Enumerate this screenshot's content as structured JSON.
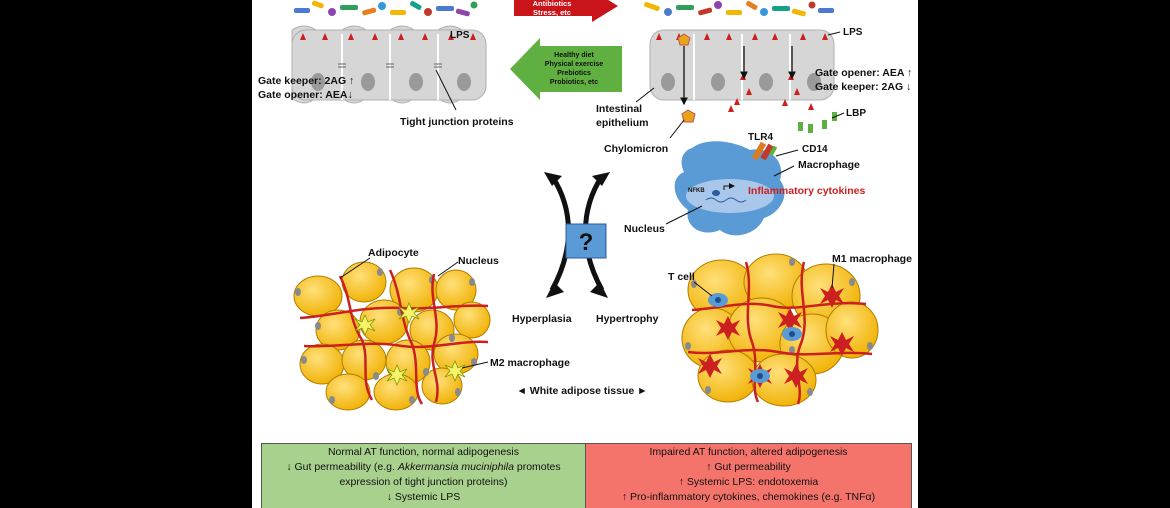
{
  "arrows": {
    "red_lines": [
      "Antibiotics",
      "Stress, etc"
    ],
    "green_lines": [
      "Healthy diet",
      "Physical exercise",
      "Prebiotics",
      "Probiotics, etc"
    ]
  },
  "left_gut": {
    "lps": "LPS",
    "gate_keeper": "Gate keeper: 2AG ↑",
    "gate_opener": "Gate opener: AEA↓",
    "tight_junction": "Tight junction proteins"
  },
  "right_gut": {
    "lps": "LPS",
    "gate_opener": "Gate opener: AEA ↑",
    "gate_keeper": "Gate keeper: 2AG ↓",
    "epithelium_line1": "Intestinal",
    "epithelium_line2": "epithelium",
    "lbp": "LBP",
    "chylomicron": "Chylomicron",
    "tlr4": "TLR4",
    "cd14": "CD14",
    "macrophage": "Macrophage",
    "nfkb": "NFKB",
    "cytokines": "Inflammatory cytokines",
    "nucleus": "Nucleus"
  },
  "center": {
    "question": "?",
    "hyperplasia": "Hyperplasia",
    "hypertrophy": "Hypertrophy"
  },
  "left_tissue": {
    "adipocyte": "Adipocyte",
    "nucleus": "Nucleus",
    "m2": "M2 macrophage"
  },
  "right_tissue": {
    "tcell": "T cell",
    "m1": "M1 macrophage"
  },
  "wat_label": "◄ White adipose tissue ►",
  "boxes": {
    "left": {
      "lines": [
        "Normal AT function, normal adipogenesis"
      ],
      "gut_perm_before": "↓ Gut permeability (e.g. ",
      "gut_perm_species": "Akkermansia muciniphila",
      "gut_perm_after": " promotes",
      "lines2": [
        "expression of tight junction proteins)",
        "↓ Systemic LPS"
      ]
    },
    "right": {
      "lines": [
        "Impaired AT function, altered adipogenesis",
        "↑ Gut permeability",
        "↑ Systemic LPS: endotoxemia",
        "↑ Pro-inflammatory cytokines, chemokines (e.g. TNFα)"
      ]
    }
  },
  "colors": {
    "adipocyte": "#f6bf26",
    "adipocyte_edge": "#b07d00",
    "vessel": "#cc1f1f",
    "macrophage": "#5b9bd5",
    "red_arrow": "#c9141a",
    "green_arrow": "#5fb040",
    "gut_cell": "#d6d6d6",
    "question_box": "#5b9bd5"
  }
}
